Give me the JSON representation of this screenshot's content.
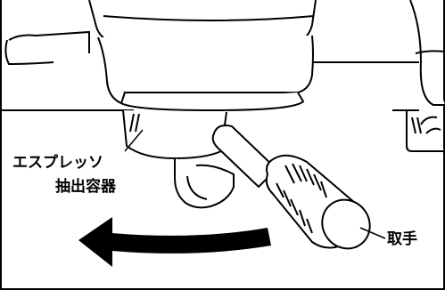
{
  "labels": {
    "espresso_holder_line1": "エスプレッソ",
    "espresso_holder_line2": "抽出容器",
    "handle": "取手"
  }
}
